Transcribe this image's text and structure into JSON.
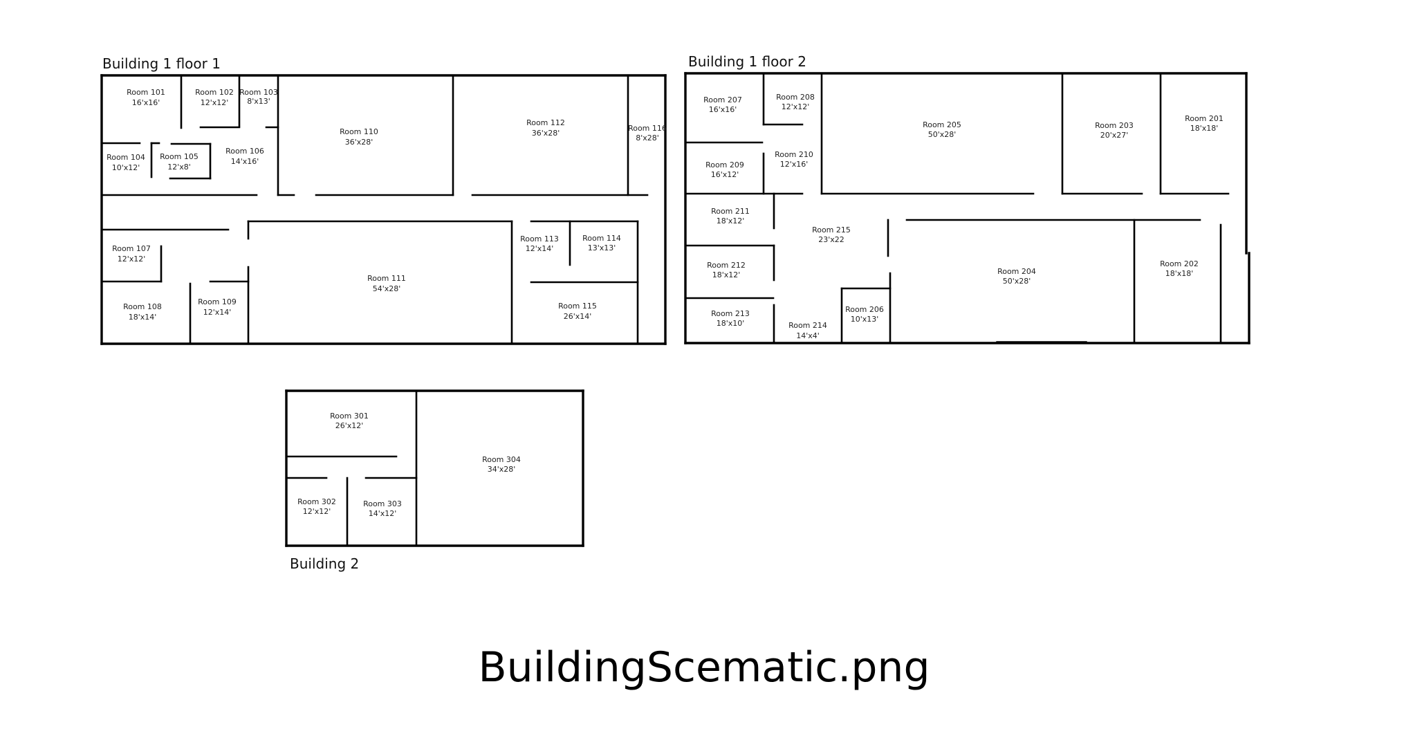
{
  "titles": {
    "b1f1": "Building 1 floor 1",
    "b1f2": "Building 1 floor 2",
    "b2": "Building 2"
  },
  "caption": "BuildingScematic.png",
  "rooms": [
    {
      "name": "Room 101",
      "dim": "16'x16'"
    },
    {
      "name": "Room 102",
      "dim": "12'x12'"
    },
    {
      "name": "Room 103",
      "dim": "8'x13'"
    },
    {
      "name": "Room 104",
      "dim": "10'x12'"
    },
    {
      "name": "Room 105",
      "dim": "12'x8'"
    },
    {
      "name": "Room 106",
      "dim": "14'x16'"
    },
    {
      "name": "Room 107",
      "dim": "12'x12'"
    },
    {
      "name": "Room 108",
      "dim": "18'x14'"
    },
    {
      "name": "Room 109",
      "dim": "12'x14'"
    },
    {
      "name": "Room 110",
      "dim": "36'x28'"
    },
    {
      "name": "Room 111",
      "dim": "54'x28'"
    },
    {
      "name": "Room 112",
      "dim": "36'x28'"
    },
    {
      "name": "Room 113",
      "dim": "12'x14'"
    },
    {
      "name": "Room 114",
      "dim": "13'x13'"
    },
    {
      "name": "Room 115",
      "dim": "26'x14'"
    },
    {
      "name": "Room 116",
      "dim": "8'x28'"
    },
    {
      "name": "Room 201",
      "dim": "18'x18'"
    },
    {
      "name": "Room 202",
      "dim": "18'x18'"
    },
    {
      "name": "Room 203",
      "dim": "20'x27'"
    },
    {
      "name": "Room 204",
      "dim": "50'x28'"
    },
    {
      "name": "Room 205",
      "dim": "50'x28'"
    },
    {
      "name": "Room 206",
      "dim": "10'x13'"
    },
    {
      "name": "Room 207",
      "dim": "16'x16'"
    },
    {
      "name": "Room 208",
      "dim": "12'x12'"
    },
    {
      "name": "Room 209",
      "dim": "16'x12'"
    },
    {
      "name": "Room 210",
      "dim": "12'x16'"
    },
    {
      "name": "Room 211",
      "dim": "18'x12'"
    },
    {
      "name": "Room 212",
      "dim": "18'x12'"
    },
    {
      "name": "Room 213",
      "dim": "18'x10'"
    },
    {
      "name": "Room 214",
      "dim": "14'x4'"
    },
    {
      "name": "Room 215",
      "dim": "23'x22"
    },
    {
      "name": "Room 301",
      "dim": "26'x12'"
    },
    {
      "name": "Room 302",
      "dim": "12'x12'"
    },
    {
      "name": "Room 303",
      "dim": "14'x12'"
    },
    {
      "name": "Room 304",
      "dim": "34'x28'"
    }
  ]
}
